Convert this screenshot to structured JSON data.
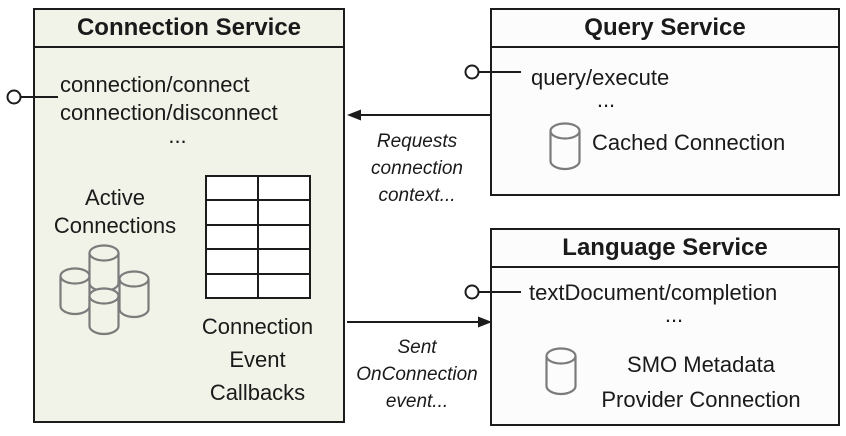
{
  "colors": {
    "connection_fill": "#f1f3e8",
    "service_fill": "#fcfcfc",
    "border": "#1c1c1c",
    "cylinder_stroke": "#7b7b7b",
    "text": "#1a1a1a"
  },
  "connection_service": {
    "title": "Connection Service",
    "methods": [
      "connection/connect",
      "connection/disconnect"
    ],
    "ellipsis": "...",
    "active_connections": [
      "Active",
      "Connections"
    ],
    "callbacks": [
      "Connection",
      "Event",
      "Callbacks"
    ]
  },
  "query_service": {
    "title": "Query Service",
    "methods": [
      "query/execute"
    ],
    "ellipsis": "...",
    "cached_connection": "Cached Connection"
  },
  "language_service": {
    "title": "Language Service",
    "methods": [
      "textDocument/completion"
    ],
    "ellipsis": "...",
    "smo_connection": [
      "SMO Metadata",
      "Provider Connection"
    ]
  },
  "annotations": {
    "requests": [
      "Requests",
      "connection",
      "context..."
    ],
    "sent": [
      "Sent",
      "OnConnection",
      "event..."
    ]
  }
}
